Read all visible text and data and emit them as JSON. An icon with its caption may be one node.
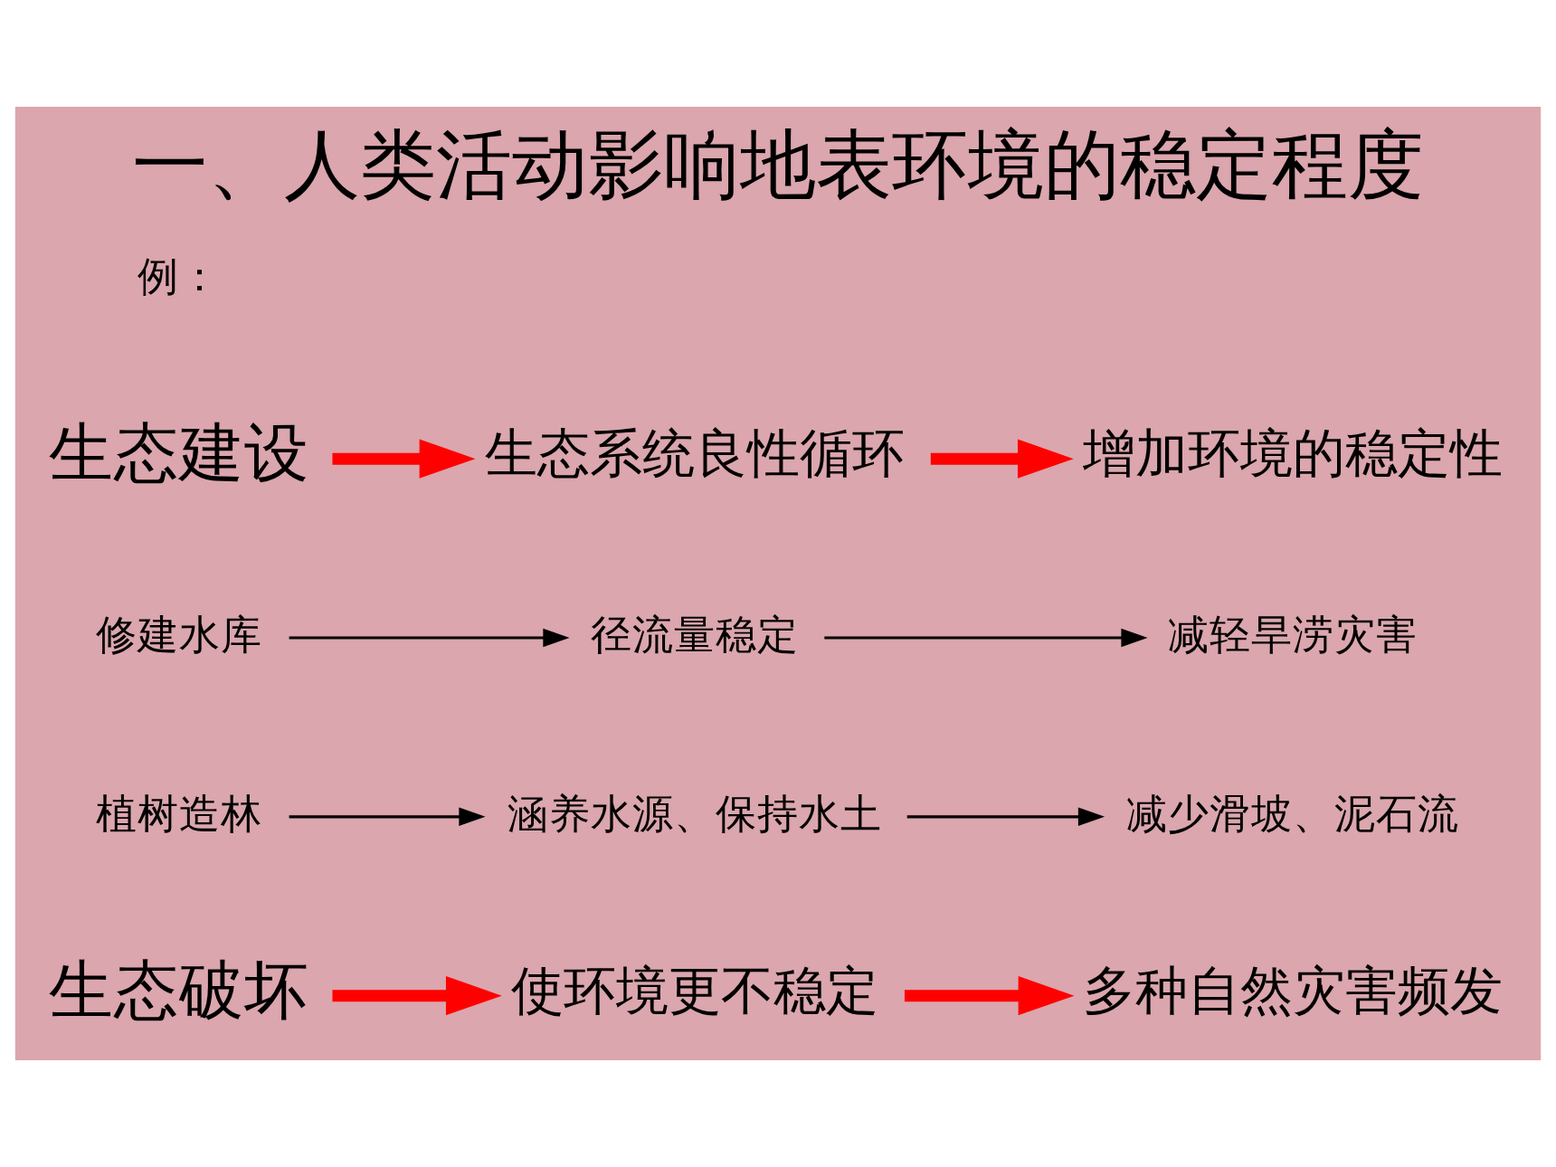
{
  "diagram": {
    "title": "一、人类活动影响地表环境的稳定程度",
    "nodes": [
      {
        "text": [
          "生态建设"
        ]
      },
      {
        "text": [
          "生态系统良性循环"
        ]
      },
      {
        "text": [
          "增加环境的稳定性"
        ]
      },
      {
        "text": [
          "修建水库"
        ]
      },
      {
        "text": [
          "径流量稳定"
        ]
      },
      {
        "text": [
          "减轻旱涝灾害"
        ]
      },
      {
        "text": [
          "植树造林"
        ]
      },
      {
        "text": [
          "涵养水源、保持水土"
        ]
      },
      {
        "text": [
          "减少滑坡、泥石流"
        ]
      },
      {
        "text": [
          "生态破坏"
        ]
      },
      {
        "text": [
          "使环境更不稳定"
        ]
      },
      {
        "text": [
          "多种自然灾害频发"
        ]
      }
    ],
    "edges": [
      {
        "from": 0,
        "to": 1,
        "arrow": "to",
        "style": "thick",
        "color": "#ff0000"
      },
      {
        "from": 1,
        "to": 2,
        "arrow": "to",
        "style": "thick",
        "color": "#ff0000"
      },
      {
        "from": 3,
        "to": 4,
        "arrow": "to",
        "color": "#000000"
      },
      {
        "from": 4,
        "to": 5,
        "arrow": "to",
        "color": "#000000"
      },
      {
        "from": 6,
        "to": 7,
        "arrow": "to",
        "color": "#000000"
      },
      {
        "from": 7,
        "to": 8,
        "arrow": "to",
        "color": "#000000"
      },
      {
        "from": 9,
        "to": 10,
        "arrow": "to",
        "style": "thick",
        "color": "#ff0000"
      },
      {
        "from": 10,
        "to": 11,
        "arrow": "to",
        "style": "thick",
        "color": "#ff0000"
      }
    ],
    "labels": [
      "例："
    ]
  }
}
